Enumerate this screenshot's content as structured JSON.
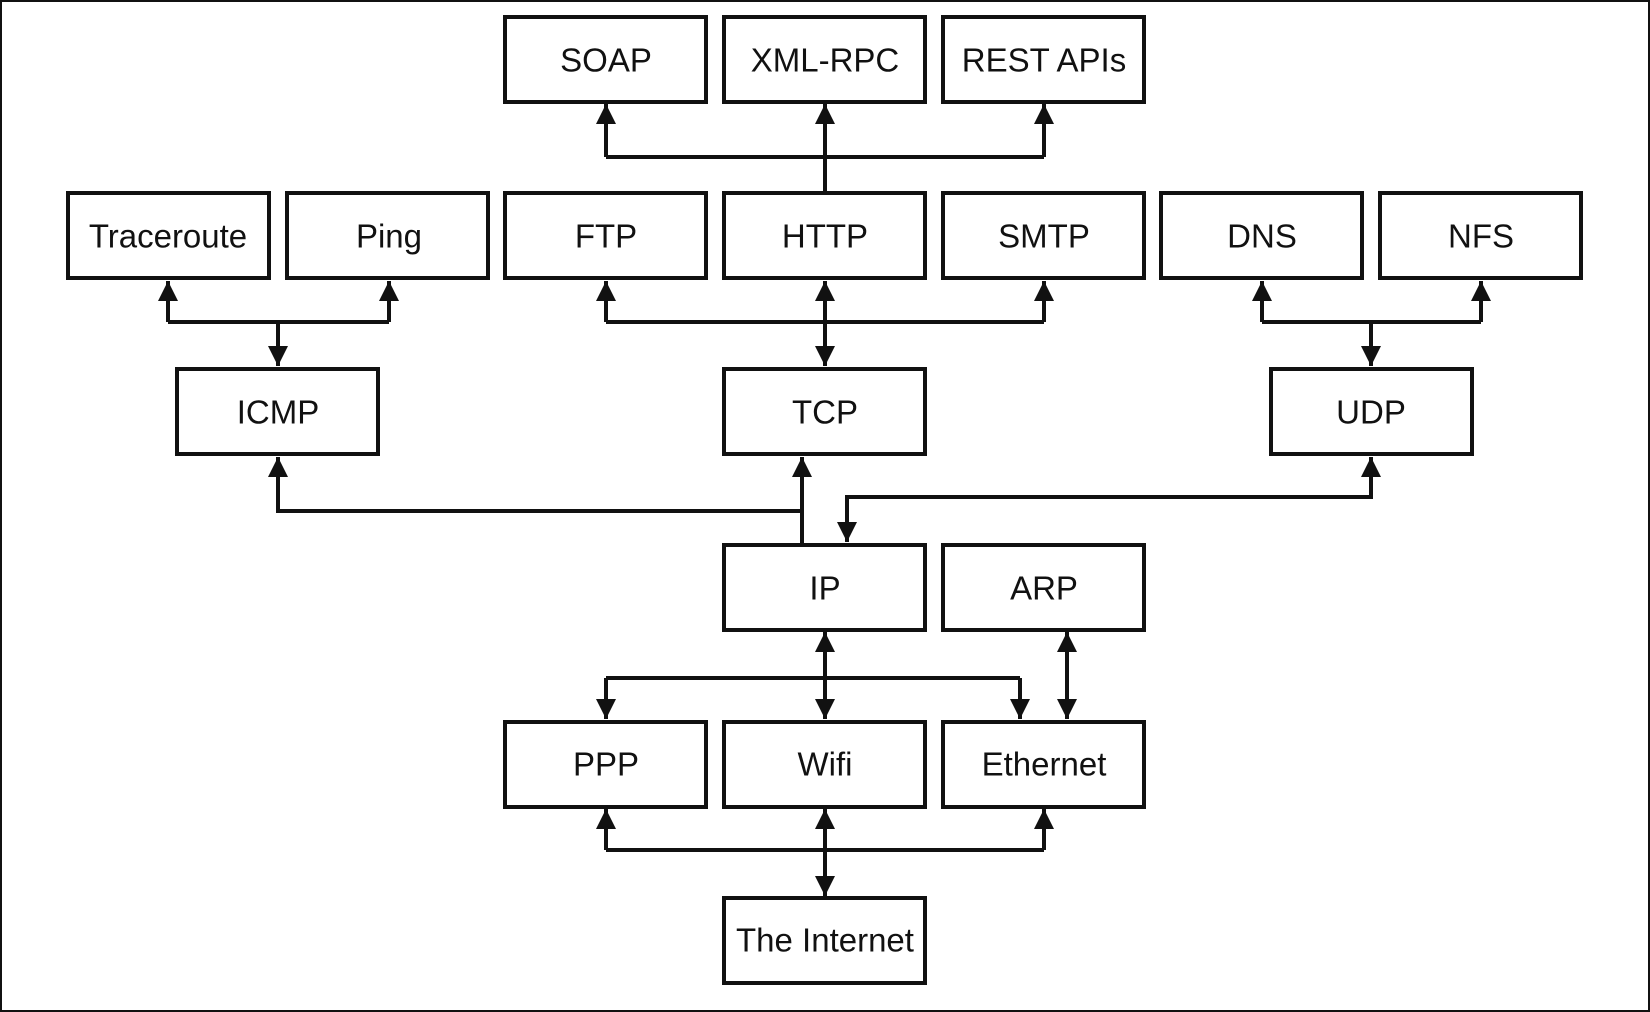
{
  "nodes": {
    "soap": "SOAP",
    "xmlrpc": "XML-RPC",
    "rest": "REST APIs",
    "traceroute": "Traceroute",
    "ping": "Ping",
    "ftp": "FTP",
    "http": "HTTP",
    "smtp": "SMTP",
    "dns": "DNS",
    "nfs": "NFS",
    "icmp": "ICMP",
    "tcp": "TCP",
    "udp": "UDP",
    "ip": "IP",
    "arp": "ARP",
    "ppp": "PPP",
    "wifi": "Wifi",
    "ethernet": "Ethernet",
    "internet": "The Internet"
  },
  "colors": {
    "stroke": "#111111",
    "background": "#ffffff"
  }
}
